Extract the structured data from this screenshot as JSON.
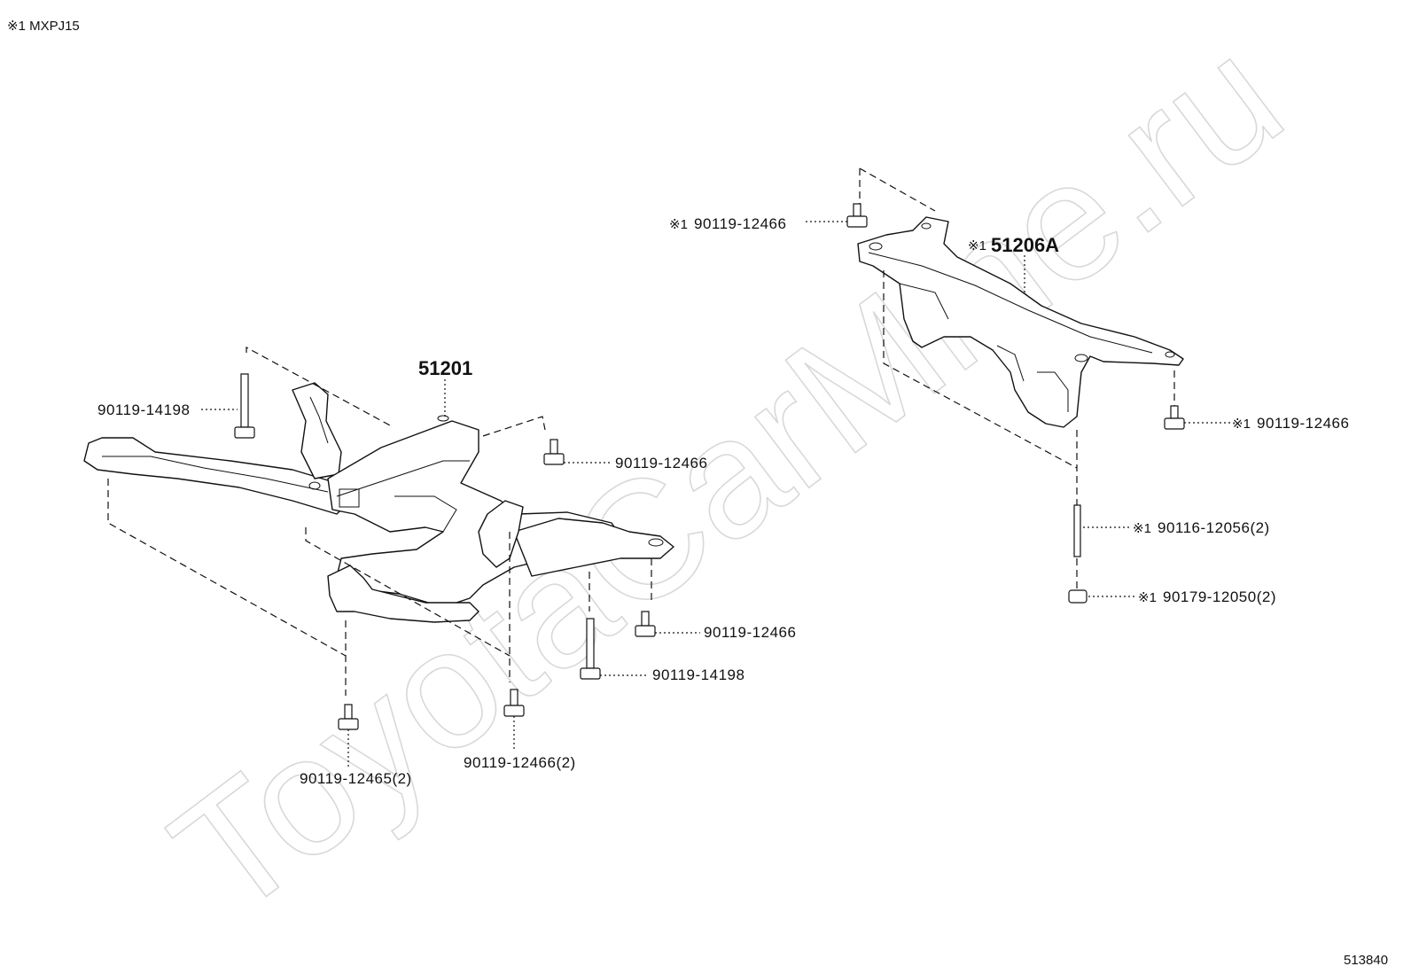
{
  "header_note": "※1 MXPJ15",
  "figure_number": "513840",
  "watermark": "ToyotaCarMine.ru",
  "parts": {
    "front_crossmember": "51201",
    "rear_crossmember_prefix": "※1",
    "rear_crossmember": "51206A"
  },
  "labels": {
    "l1": "90119-14198",
    "l2": "90119-12466",
    "l3": "90119-12466",
    "l4": "90119-14198",
    "l5": "90119-12466(2)",
    "l6": "90119-12465(2)",
    "r1": "90119-12466",
    "r2": "90119-12466",
    "r3": "90116-12056(2)",
    "r4": "90179-12050(2)"
  },
  "marker": "※1"
}
